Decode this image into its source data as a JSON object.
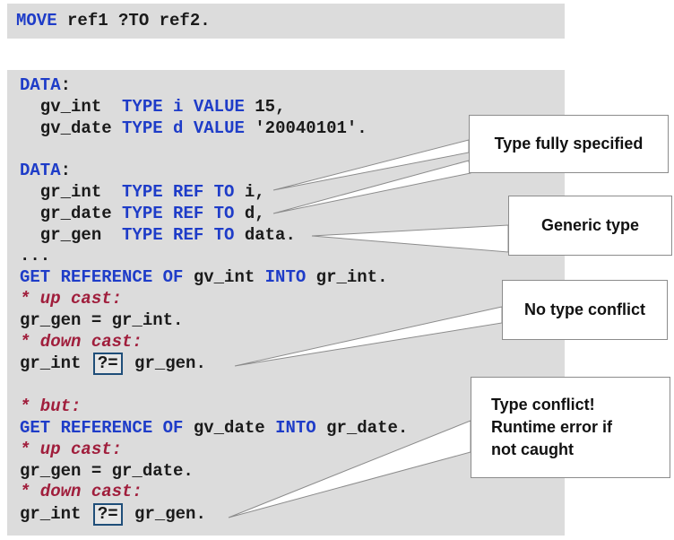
{
  "colors": {
    "panelBg": "#dcdcdc",
    "kw": "#1e3cc8",
    "cm": "#a01e3c",
    "code": "#1a1a1a",
    "border": "#8c8c8c",
    "opbox": "#1f4e79"
  },
  "code": {
    "top": [
      {
        "t": "MOVE",
        "c": "kw"
      },
      {
        "t": " ref1 ?TO ref2.",
        "c": "pl"
      }
    ],
    "lines": [
      [
        {
          "t": "DATA",
          "c": "kw"
        },
        {
          "t": ":",
          "c": "pl"
        }
      ],
      [
        {
          "t": "  gv_int  ",
          "c": "pl"
        },
        {
          "t": "TYPE",
          "c": "kw"
        },
        {
          "t": " ",
          "c": "pl"
        },
        {
          "t": "i",
          "c": "kw"
        },
        {
          "t": " ",
          "c": "pl"
        },
        {
          "t": "VALUE",
          "c": "kw"
        },
        {
          "t": " 15,",
          "c": "pl"
        }
      ],
      [
        {
          "t": "  gv_date ",
          "c": "pl"
        },
        {
          "t": "TYPE",
          "c": "kw"
        },
        {
          "t": " ",
          "c": "pl"
        },
        {
          "t": "d",
          "c": "kw"
        },
        {
          "t": " ",
          "c": "pl"
        },
        {
          "t": "VALUE",
          "c": "kw"
        },
        {
          "t": " '20040101'.",
          "c": "pl"
        }
      ],
      [],
      [
        {
          "t": "DATA",
          "c": "kw"
        },
        {
          "t": ":",
          "c": "pl"
        }
      ],
      [
        {
          "t": "  gr_int  ",
          "c": "pl"
        },
        {
          "t": "TYPE REF TO",
          "c": "kw"
        },
        {
          "t": " i,",
          "c": "pl"
        }
      ],
      [
        {
          "t": "  gr_date ",
          "c": "pl"
        },
        {
          "t": "TYPE REF TO",
          "c": "kw"
        },
        {
          "t": " d,",
          "c": "pl"
        }
      ],
      [
        {
          "t": "  gr_gen  ",
          "c": "pl"
        },
        {
          "t": "TYPE REF TO",
          "c": "kw"
        },
        {
          "t": " data.",
          "c": "pl"
        }
      ],
      [
        {
          "t": "...",
          "c": "pl"
        }
      ],
      [
        {
          "t": "GET REFERENCE OF",
          "c": "kw"
        },
        {
          "t": " gv_int ",
          "c": "pl"
        },
        {
          "t": "INTO",
          "c": "kw"
        },
        {
          "t": " gr_int.",
          "c": "pl"
        }
      ],
      [
        {
          "t": "* up cast:",
          "c": "cm"
        }
      ],
      [
        {
          "t": "gr_gen = gr_int.",
          "c": "pl"
        }
      ],
      [
        {
          "t": "* down cast:",
          "c": "cm"
        }
      ],
      [
        {
          "t": "gr_int ",
          "c": "pl"
        },
        {
          "t": "?=",
          "c": "op"
        },
        {
          "t": " gr_gen.",
          "c": "pl"
        }
      ],
      [],
      [
        {
          "t": "* but:",
          "c": "cm"
        }
      ],
      [
        {
          "t": "GET REFERENCE OF",
          "c": "kw"
        },
        {
          "t": " gv_date ",
          "c": "pl"
        },
        {
          "t": "INTO",
          "c": "kw"
        },
        {
          "t": " gr_date.",
          "c": "pl"
        }
      ],
      [
        {
          "t": "* up cast:",
          "c": "cm"
        }
      ],
      [
        {
          "t": "gr_gen = gr_date.",
          "c": "pl"
        }
      ],
      [
        {
          "t": "* down cast:",
          "c": "cm"
        }
      ],
      [
        {
          "t": "gr_int ",
          "c": "pl"
        },
        {
          "t": "?=",
          "c": "op"
        },
        {
          "t": " gr_gen.",
          "c": "pl"
        }
      ]
    ]
  },
  "callouts": [
    {
      "label": "Type fully specified"
    },
    {
      "label": "Generic type"
    },
    {
      "label": "No type conflict"
    },
    {
      "label": "Type conflict!\nRuntime error if\nnot caught"
    }
  ]
}
